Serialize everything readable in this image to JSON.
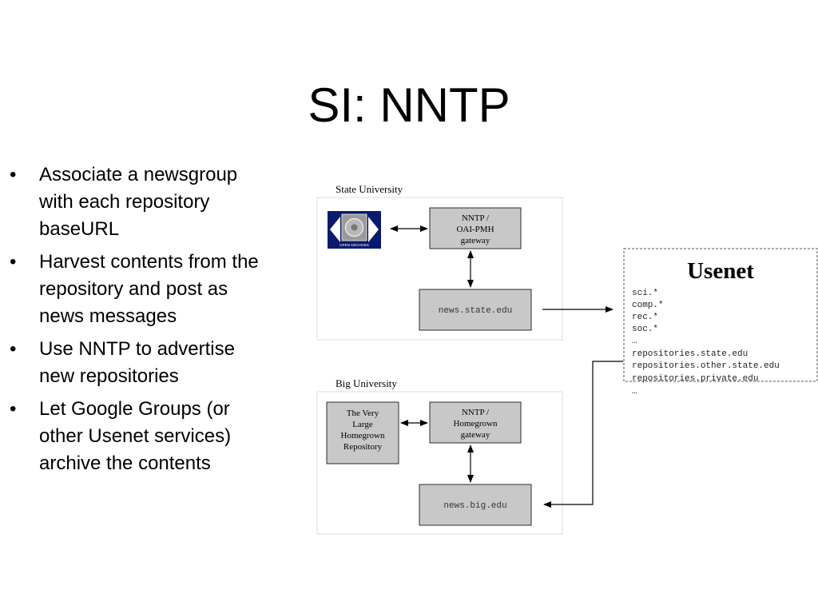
{
  "slide": {
    "title": "SI: NNTP",
    "bullets": [
      {
        "line1": "Associate a newsgroup",
        "line2": "with each repository",
        "line3": "baseURL"
      },
      {
        "line1": "Harvest contents from the",
        "line2": "repository and post as",
        "line3": "news messages"
      },
      {
        "line1": "Use NNTP to advertise",
        "line2": "new repositories",
        "line3": ""
      },
      {
        "line1": "Let Google Groups (or",
        "line2": "other Usenet services)",
        "line3": "archive the contents"
      }
    ],
    "bullet_glyph": "•"
  },
  "diagram": {
    "state": {
      "label": "State University",
      "logo_icon": "open-archives-logo",
      "logo_text": "OPEN ARCHIVES",
      "gateway": {
        "line1": "NNTP /",
        "line2": "OAI-PMH",
        "line3": "gateway"
      },
      "server": "news.state.edu"
    },
    "big": {
      "label": "Big University",
      "repository": {
        "line1": "The Very",
        "line2": "Large",
        "line3": "Homegrown",
        "line4": "Repository"
      },
      "gateway": {
        "line1": "NNTP /",
        "line2": "Homegrown",
        "line3": "gateway"
      },
      "server": "news.big.edu"
    },
    "usenet": {
      "title": "Usenet",
      "groups": [
        "sci.*",
        "comp.*",
        "rec.*",
        "soc.*",
        "…",
        "repositories.state.edu",
        "repositories.other.state.edu",
        "repositories.private.edu",
        "…"
      ]
    },
    "colors": {
      "box_fill": "#c8c8c8",
      "logo_bg": "#0a1a6e"
    }
  }
}
